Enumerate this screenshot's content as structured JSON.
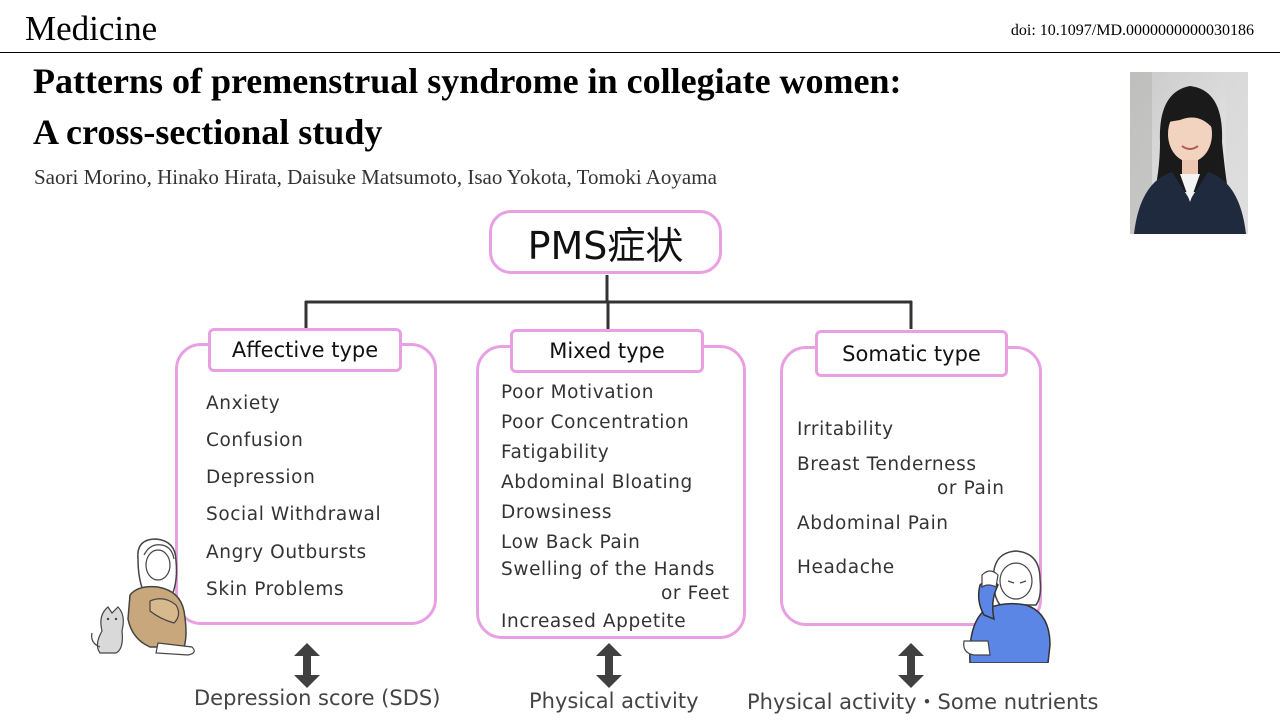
{
  "header": {
    "journal": "Medicine",
    "doi": "doi: 10.1097/MD.0000000000030186"
  },
  "paper": {
    "title_line1": "Patterns of premenstrual syndrome in collegiate women:",
    "title_line2": "A cross-sectional study",
    "authors": "Saori Morino, Hinako Hirata, Daisuke Matsumoto, Isao Yokota, Tomoki Aoyama"
  },
  "diagram": {
    "root": "PMS症状",
    "types": [
      {
        "label": "Affective type",
        "items": [
          "Anxiety",
          "Confusion",
          "Depression",
          "Social Withdrawal",
          "Angry Outbursts",
          "Skin Problems"
        ],
        "outcome": "Depression score (SDS)"
      },
      {
        "label": "Mixed type",
        "items": [
          "Poor Motivation",
          "Poor Concentration",
          "Fatigability",
          "Abdominal Bloating",
          "Drowsiness",
          "Low Back Pain",
          "Swelling of the Hands",
          "or Feet",
          "Increased Appetite"
        ],
        "outcome": "Physical activity"
      },
      {
        "label": "Somatic type",
        "items": [
          "Irritability",
          "Breast Tenderness",
          "or Pain",
          "Abdominal Pain",
          "Headache"
        ],
        "outcome": "Physical activity・Some nutrients"
      }
    ]
  },
  "colors": {
    "accent_pink": "#e9a0e3",
    "connector": "#333333"
  },
  "icons": [
    "author-photo",
    "sitting-girl-with-cat-illustration",
    "headache-woman-illustration",
    "double-arrow-icon"
  ]
}
